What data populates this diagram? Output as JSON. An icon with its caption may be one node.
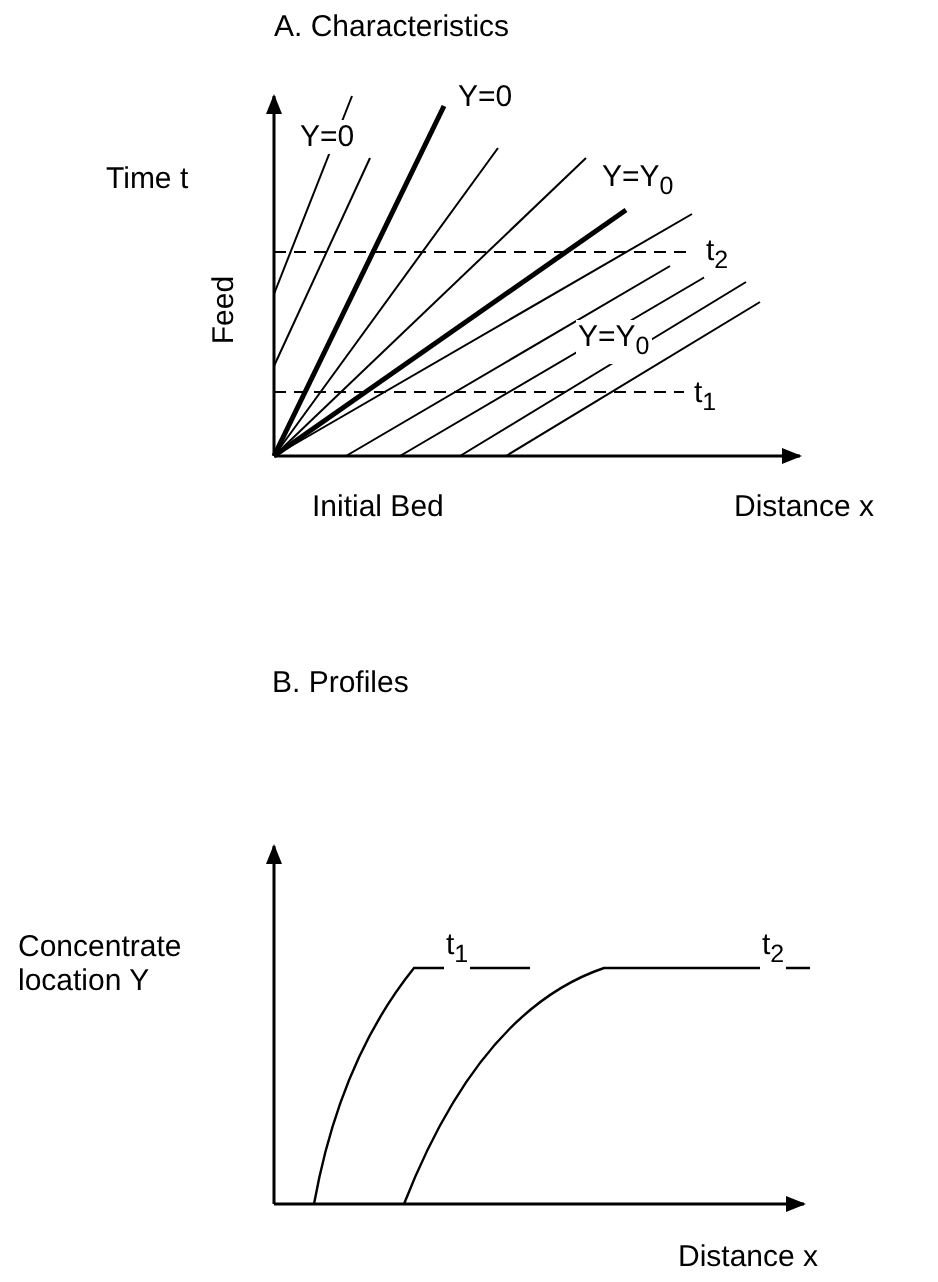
{
  "diagram": {
    "labels": [
      "A. Characteristics",
      "Y=0",
      "Y=0",
      "Time t",
      "Y=Y$_{0}$",
      "t$_{2}$",
      "Feed",
      "Y=Y$_{0}$",
      "t$_{1}$",
      "Initial Bed",
      "Distance x",
      "B. Profiles",
      "Concentrate location Y",
      "t$_{1}$",
      "t$_{2}$",
      "Distance x"
    ]
  }
}
